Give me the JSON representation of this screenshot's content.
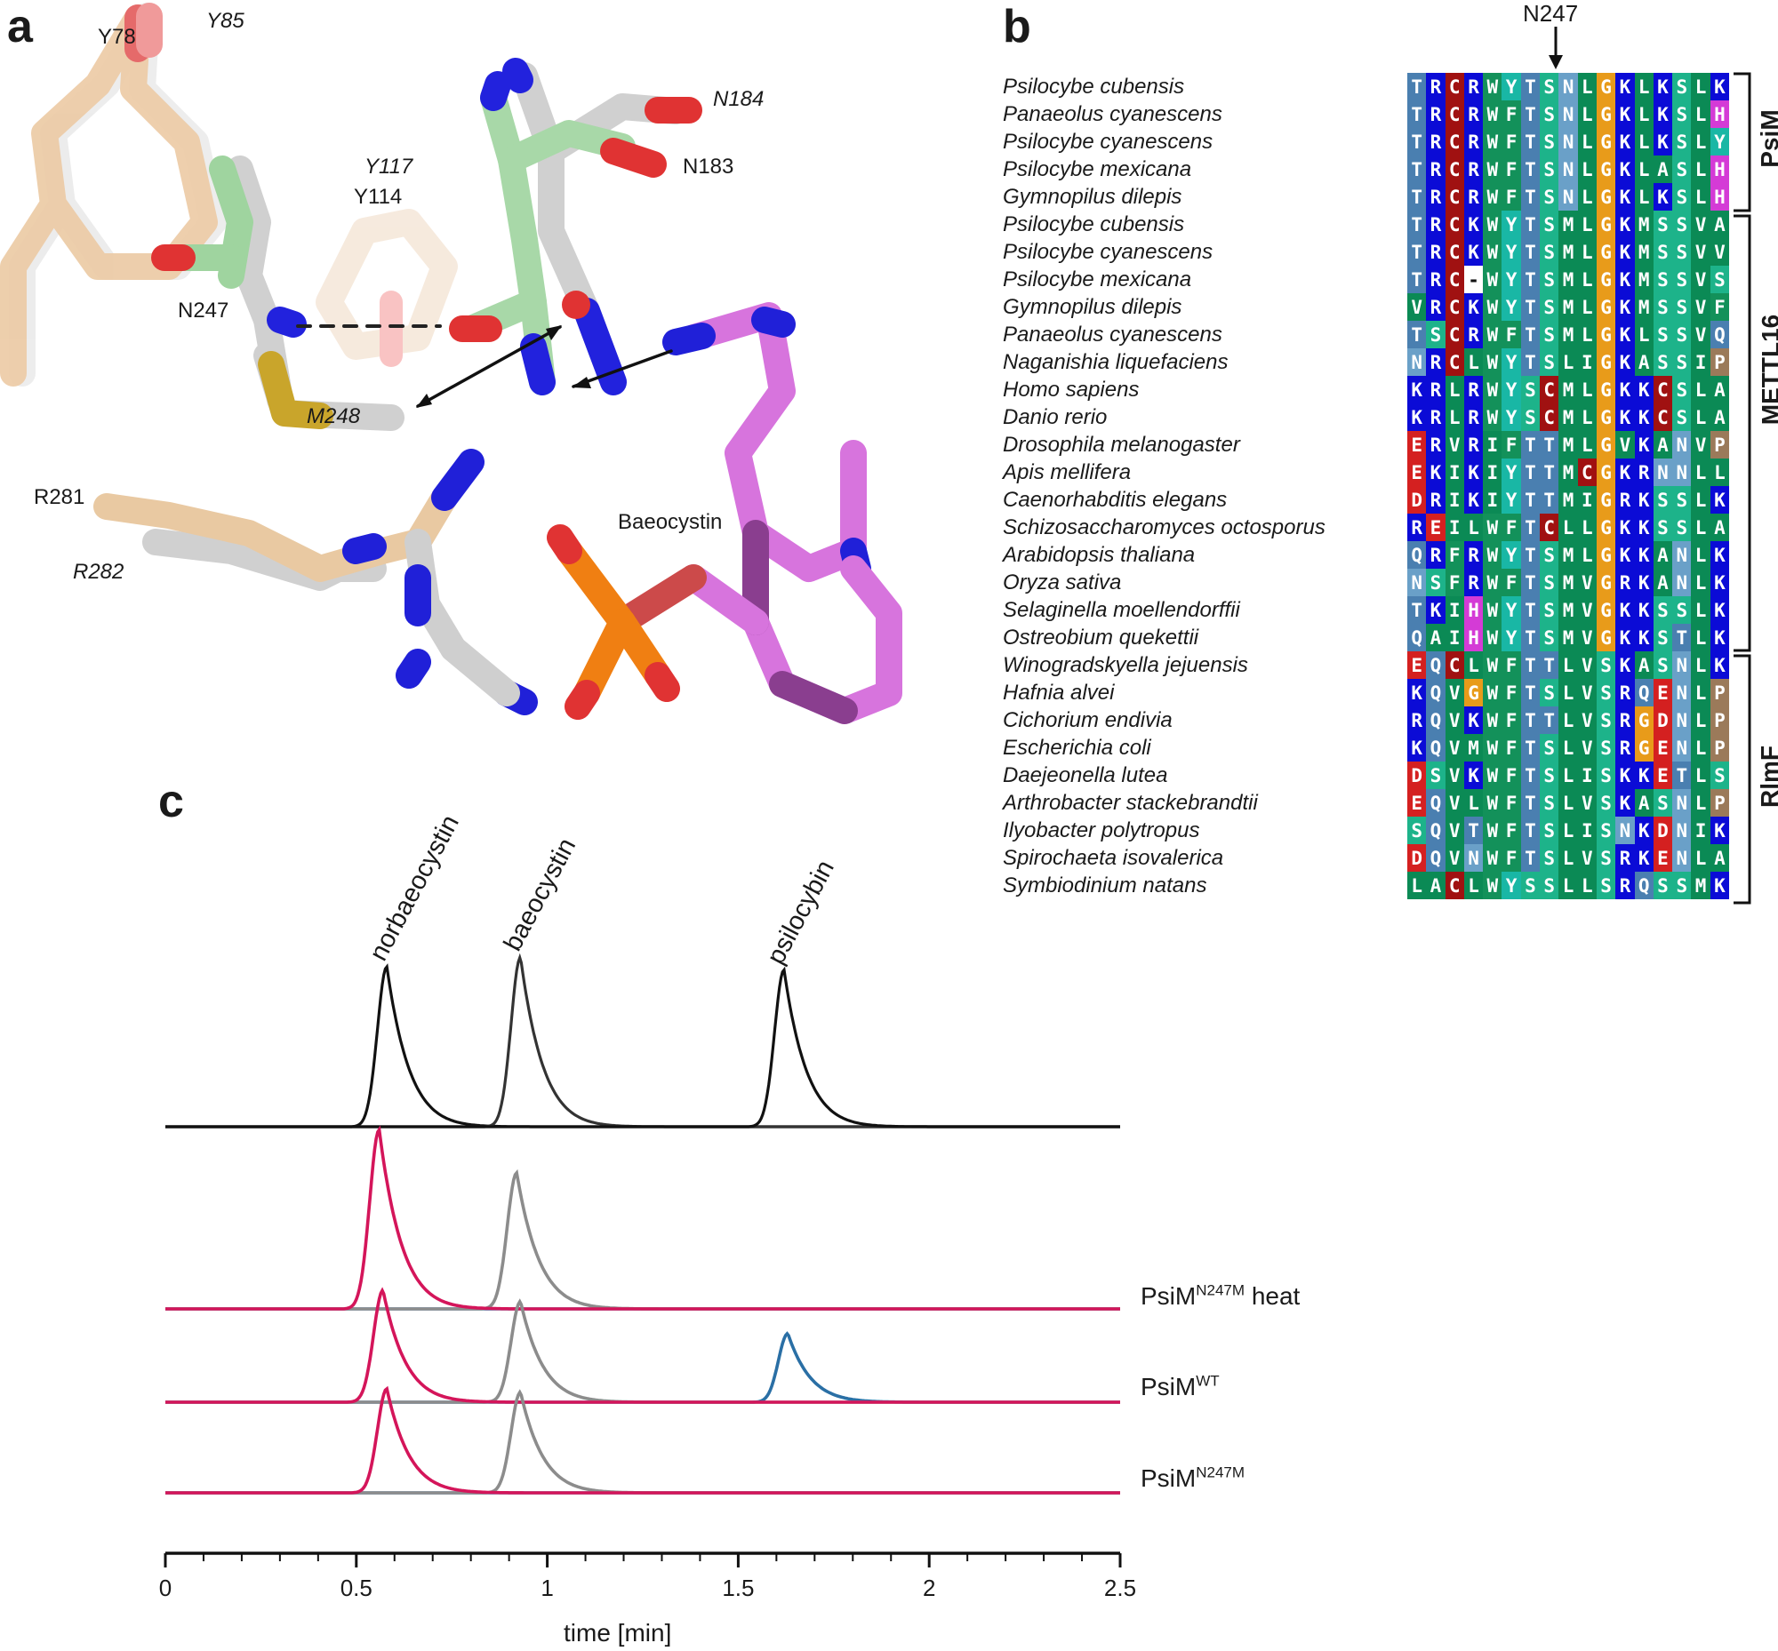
{
  "panels": {
    "a": {
      "label": "a",
      "residues": [
        "Y78",
        "Y85",
        "Y117",
        "Y114",
        "N184",
        "N183",
        "N247",
        "M248",
        "R281",
        "R282",
        "Baeocystin"
      ],
      "colors": {
        "beige": "#e9c9a2",
        "green": "#8fc98f",
        "grey": "#cfcfcf",
        "magenta": "#d774dd",
        "blue": "#1f22d6",
        "red": "#e23b3b",
        "yellow": "#c9a52b",
        "orange": "#f07f12",
        "purple": "#8a3e8f"
      }
    },
    "b": {
      "label": "b",
      "marker": "N247",
      "groups": [
        "PsiM",
        "METTL16",
        "RlmF"
      ],
      "rows": [
        {
          "species": "Psilocybe cubensis",
          "seq": "TRCRWYTSNLGKLKSLK"
        },
        {
          "species": "Panaeolus cyanescens",
          "seq": "TRCRWFTSNLGKLKSLH"
        },
        {
          "species": "Psilocybe cyanescens",
          "seq": "TRCRWFTSNLGKLKSLY"
        },
        {
          "species": "Psilocybe mexicana",
          "seq": "TRCRWFTSNLGKLASLH"
        },
        {
          "species": "Gymnopilus dilepis",
          "seq": "TRCRWFTSNLGKLKSLH"
        },
        {
          "species": "Psilocybe cubensis",
          "seq": "TRCKWYTSMLGKMSSVA"
        },
        {
          "species": "Psilocybe cyanescens",
          "seq": "TRCKWYTSMLGKMSSVV"
        },
        {
          "species": "Psilocybe mexicana",
          "seq": "TRC-WYTSMLGKMSSVS"
        },
        {
          "species": "Gymnopilus dilepis",
          "seq": "VRCKWYTSMLGKMSSVF"
        },
        {
          "species": "Panaeolus cyanescens",
          "seq": "TSCRWFTSMLGKLSSVQ"
        },
        {
          "species": "Naganishia liquefaciens",
          "seq": "NRCLWYTSLIGKASSIP"
        },
        {
          "species": "Homo sapiens",
          "seq": "KRLRWYSCMLGKKCSLA"
        },
        {
          "species": "Danio rerio",
          "seq": "KRLRWYSCMLGKKCSLA"
        },
        {
          "species": "Drosophila melanogaster",
          "seq": "ERVRIFTTMLGVKANVP"
        },
        {
          "species": "Apis mellifera",
          "seq": "EKIKIYTTMCGKRNNLL"
        },
        {
          "species": "Caenorhabditis elegans",
          "seq": "DRIKIYTTMIGRKSSLK"
        },
        {
          "species": "Schizosaccharomyces octosporus",
          "seq": "REILWFTCLLGKKSSLA"
        },
        {
          "species": "Arabidopsis thaliana",
          "seq": "QRFRWYTSMLGKKANLK"
        },
        {
          "species": "Oryza sativa",
          "seq": "NSFRWFTSMVGRKANLK"
        },
        {
          "species": "Selaginella moellendorffii",
          "seq": "TKIHWYTSMVGKKSSLK"
        },
        {
          "species": "Ostreobium quekettii",
          "seq": "QAIHWYTSMVGKKSTLK"
        },
        {
          "species": "Winogradskyella jejuensis",
          "seq": "EQCLWFTTLVSKASNLK"
        },
        {
          "species": "Hafnia alvei",
          "seq": "KQVGWFTSLVSRQENLP"
        },
        {
          "species": "Cichorium endivia",
          "seq": "RQVKWFTTLVSRGDNLP"
        },
        {
          "species": "Escherichia coli",
          "seq": "KQVMWFTSLVSRGENLP"
        },
        {
          "species": "Daejeonella lutea",
          "seq": "DSVKWFTSLISKKETLS"
        },
        {
          "species": "Arthrobacter stackebrandtii",
          "seq": "EQVLWFTSLVSKASNLP"
        },
        {
          "species": "Ilyobacter polytropus",
          "seq": "SQVTWFTSLISNKDNIK"
        },
        {
          "species": "Spirochaeta isovalerica",
          "seq": "DQVNWFTSLVSRKENLA"
        },
        {
          "species": "Symbiodinium natans",
          "seq": "LACLWYSSLLSRQSSMK"
        }
      ],
      "residue_colors": {
        "T": "#4a7fb0",
        "R": "#0b0bd6",
        "C": "#a01111",
        "K": "#0b0bd6",
        "W": "#13915a",
        "Y": "#19b7a5",
        "F": "#13915a",
        "S": "#1db38a",
        "N": "#6aa0c8",
        "M": "#0b8a55",
        "L": "#0b8a55",
        "G": "#e89b1a",
        "H": "#d43bd6",
        "A": "#0b8a55",
        "V": "#0b8a55",
        "I": "#0b8a55",
        "Q": "#4a7fb0",
        "E": "#d42020",
        "D": "#d42020",
        "P": "#9b7a5a",
        "-": "#ffffff"
      }
    },
    "c": {
      "label": "c"
    }
  },
  "chart_data": {
    "type": "line",
    "title": "",
    "xlabel": "time [min]",
    "ylabel": "",
    "xlim": [
      0,
      2.5
    ],
    "xticks": [
      "0",
      "0.5",
      "1",
      "1.5",
      "2",
      "2.5"
    ],
    "standards": [
      {
        "name": "norbaeocystin",
        "rt": 0.58,
        "height": 1.0,
        "color": "#111111"
      },
      {
        "name": "baeocystin",
        "rt": 0.93,
        "height": 1.06,
        "color": "#333333"
      },
      {
        "name": "psilocybin",
        "rt": 1.62,
        "height": 0.98,
        "color": "#111111"
      }
    ],
    "traces": [
      {
        "label_main": "PsiM",
        "label_sup": "N247M",
        "label_tail": " heat",
        "series": [
          {
            "name": "norbaeocystin",
            "rt": 0.56,
            "height": 1.12,
            "color": "#d4155a"
          },
          {
            "name": "baeocystin",
            "rt": 0.92,
            "height": 0.85,
            "color": "#8c8c8c"
          },
          {
            "name": "psilocybin",
            "rt": 1.62,
            "height": 0.0,
            "color": "#2a6fa5"
          }
        ]
      },
      {
        "label_main": "PsiM",
        "label_sup": "WT",
        "label_tail": "",
        "series": [
          {
            "name": "norbaeocystin",
            "rt": 0.57,
            "height": 0.7,
            "color": "#d4155a"
          },
          {
            "name": "baeocystin",
            "rt": 0.93,
            "height": 0.63,
            "color": "#8c8c8c"
          },
          {
            "name": "psilocybin",
            "rt": 1.63,
            "height": 0.43,
            "color": "#2a6fa5"
          }
        ]
      },
      {
        "label_main": "PsiM",
        "label_sup": "N247M",
        "label_tail": "",
        "series": [
          {
            "name": "norbaeocystin",
            "rt": 0.58,
            "height": 0.65,
            "color": "#d4155a"
          },
          {
            "name": "baeocystin",
            "rt": 0.93,
            "height": 0.63,
            "color": "#8c8c8c"
          },
          {
            "name": "psilocybin",
            "rt": 1.62,
            "height": 0.0,
            "color": "#2a6fa5"
          }
        ]
      }
    ]
  }
}
